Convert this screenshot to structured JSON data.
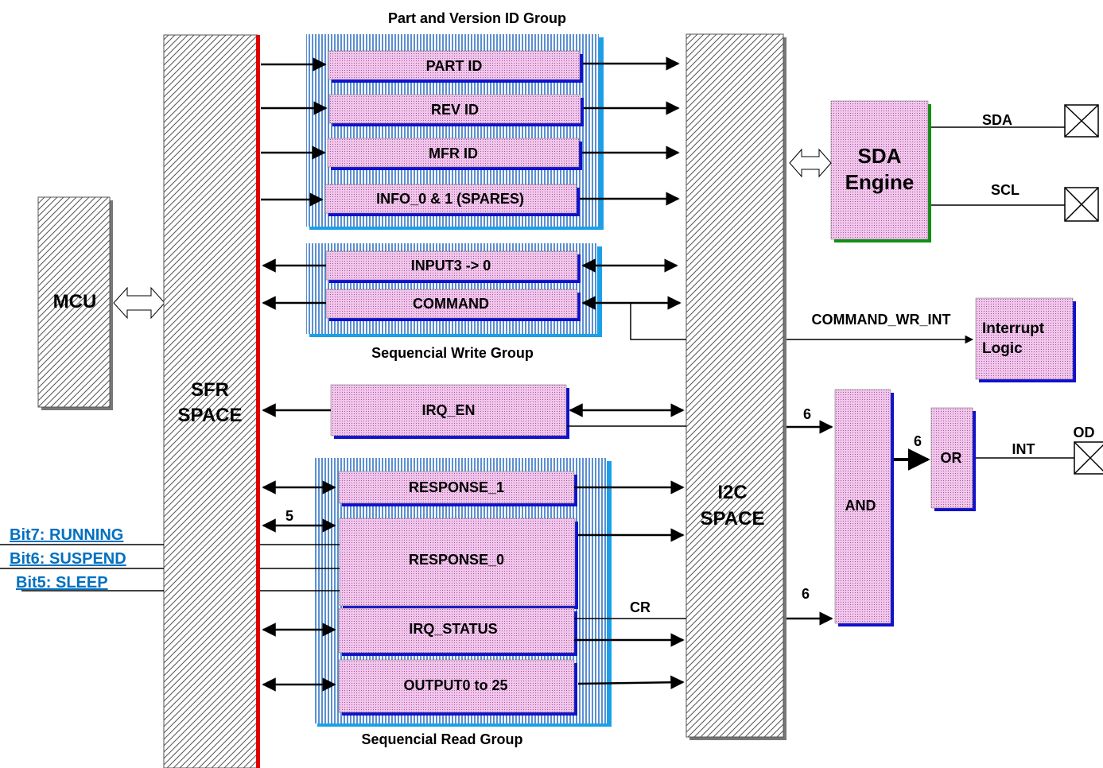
{
  "groups": {
    "part_version": "Part and Version ID Group",
    "seq_write": "Sequencial Write Group",
    "seq_read": "Sequencial Read Group"
  },
  "blocks": {
    "mcu": "MCU",
    "sfr_line1": "SFR",
    "sfr_line2": "SPACE",
    "i2c_line1": "I2C",
    "i2c_line2": "SPACE",
    "sda_line1": "SDA",
    "sda_line2": "Engine",
    "interrupt_line1": "Interrupt",
    "interrupt_line2": "Logic",
    "and": "AND",
    "or": "OR"
  },
  "registers": {
    "part_id": "PART ID",
    "rev_id": "REV ID",
    "mfr_id": "MFR ID",
    "info": "INFO_0 & 1 (SPARES)",
    "input": "INPUT3 ->  0",
    "command": "COMMAND",
    "irq_en": "IRQ_EN",
    "response_1": "RESPONSE_1",
    "response_0": "RESPONSE_0",
    "irq_status": "IRQ_STATUS",
    "output": "OUTPUT0 to 25"
  },
  "signals": {
    "sda": "SDA",
    "scl": "SCL",
    "command_wr_int": "COMMAND_WR_INT",
    "six_top": "6",
    "six_mid": "6",
    "six_bottom": "6",
    "int": "INT",
    "od": "OD",
    "five": "5",
    "cr": "CR"
  },
  "status_bits": {
    "bit7": "Bit7: RUNNING",
    "bit6": "Bit6: SUSPEND",
    "bit5": "Bit5: SLEEP"
  },
  "colors": {
    "bus_red": "#e00000",
    "register_fill": "#f2c6ec",
    "register_shadow": "#1010d0",
    "group_stripe": "#5b8fd0",
    "bit_label": "#0070c0"
  }
}
